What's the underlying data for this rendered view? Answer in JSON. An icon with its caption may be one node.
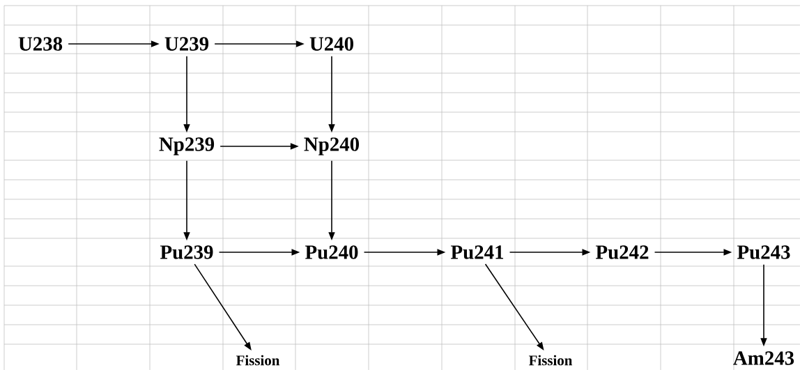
{
  "diagram": {
    "nodes": [
      {
        "text": [
          "U238"
        ]
      },
      {
        "text": [
          "U239"
        ]
      },
      {
        "text": [
          "U240"
        ]
      },
      {
        "text": [
          "Np239"
        ]
      },
      {
        "text": [
          "Np240"
        ]
      },
      {
        "text": [
          "Pu239"
        ]
      },
      {
        "text": [
          "Pu240"
        ]
      },
      {
        "text": [
          "Pu241"
        ]
      },
      {
        "text": [
          "Pu242"
        ]
      },
      {
        "text": [
          "Pu243"
        ]
      },
      {
        "text": [
          "Fission"
        ]
      },
      {
        "text": [
          "Fission"
        ]
      },
      {
        "text": [
          "Am243"
        ]
      }
    ],
    "edges": [
      {
        "from": 0,
        "to": 1,
        "arrow": "to"
      },
      {
        "from": 1,
        "to": 2,
        "arrow": "to"
      },
      {
        "from": 1,
        "to": 3,
        "arrow": "to"
      },
      {
        "from": 2,
        "to": 4,
        "arrow": "to"
      },
      {
        "from": 3,
        "to": 4,
        "arrow": "to"
      },
      {
        "from": 3,
        "to": 5,
        "arrow": "to"
      },
      {
        "from": 4,
        "to": 6,
        "arrow": "to"
      },
      {
        "from": 5,
        "to": 6,
        "arrow": "to"
      },
      {
        "from": 6,
        "to": 7,
        "arrow": "to"
      },
      {
        "from": 7,
        "to": 8,
        "arrow": "to"
      },
      {
        "from": 8,
        "to": 9,
        "arrow": "to"
      },
      {
        "from": 5,
        "to": 10,
        "arrow": "to"
      },
      {
        "from": 7,
        "to": 11,
        "arrow": "to"
      },
      {
        "from": 9,
        "to": 12,
        "arrow": "to"
      }
    ]
  }
}
